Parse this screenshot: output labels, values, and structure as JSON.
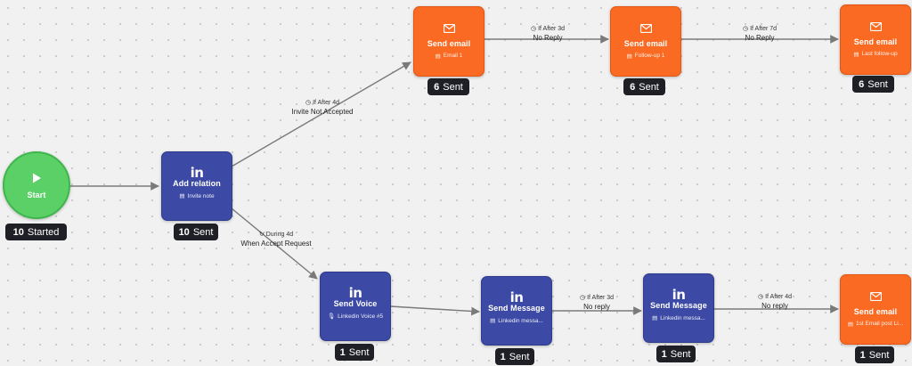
{
  "colors": {
    "email": "#fb6a22",
    "linkedin": "#3c4aa5",
    "start": "#5ad067",
    "badge": "#1f1f26",
    "edge": "#7a7a7a"
  },
  "start": {
    "label": "Start",
    "badge_count": "10",
    "badge_text": "Started"
  },
  "add_relation": {
    "title": "Add relation",
    "sub": "Invite note",
    "badge_count": "10",
    "badge_text": "Sent"
  },
  "email1": {
    "title": "Send email",
    "sub": "Email 1",
    "badge_count": "6",
    "badge_text": "Sent"
  },
  "email2": {
    "title": "Send email",
    "sub": "Follow-up 1",
    "badge_count": "6",
    "badge_text": "Sent"
  },
  "email3": {
    "title": "Send email",
    "sub": "Last follow-up",
    "badge_count": "6",
    "badge_text": "Sent"
  },
  "voice": {
    "title": "Send Voice",
    "sub": "Linkedin Voice #5",
    "badge_count": "1",
    "badge_text": "Sent"
  },
  "message1": {
    "title": "Send Message",
    "sub": "Linkedin messa...",
    "badge_count": "1",
    "badge_text": "Sent"
  },
  "message2": {
    "title": "Send Message",
    "sub": "Linkedin messa...",
    "badge_count": "1",
    "badge_text": "Sent"
  },
  "email4": {
    "title": "Send email",
    "sub": "1st Email post Li...",
    "badge_count": "1",
    "badge_text": "Sent"
  },
  "edges": {
    "invite": {
      "cond": "If After 4d",
      "label": "Invite Not Accepted"
    },
    "accept": {
      "cond": "During 4d",
      "label": "When Accept Request"
    },
    "e1_e2": {
      "cond": "If After 3d",
      "label": "No Reply"
    },
    "e2_e3": {
      "cond": "If After 7d",
      "label": "No Reply"
    },
    "m1_m2": {
      "cond": "If After 3d",
      "label": "No reply"
    },
    "m2_e4": {
      "cond": "If After 4d",
      "label": "No reply"
    }
  }
}
